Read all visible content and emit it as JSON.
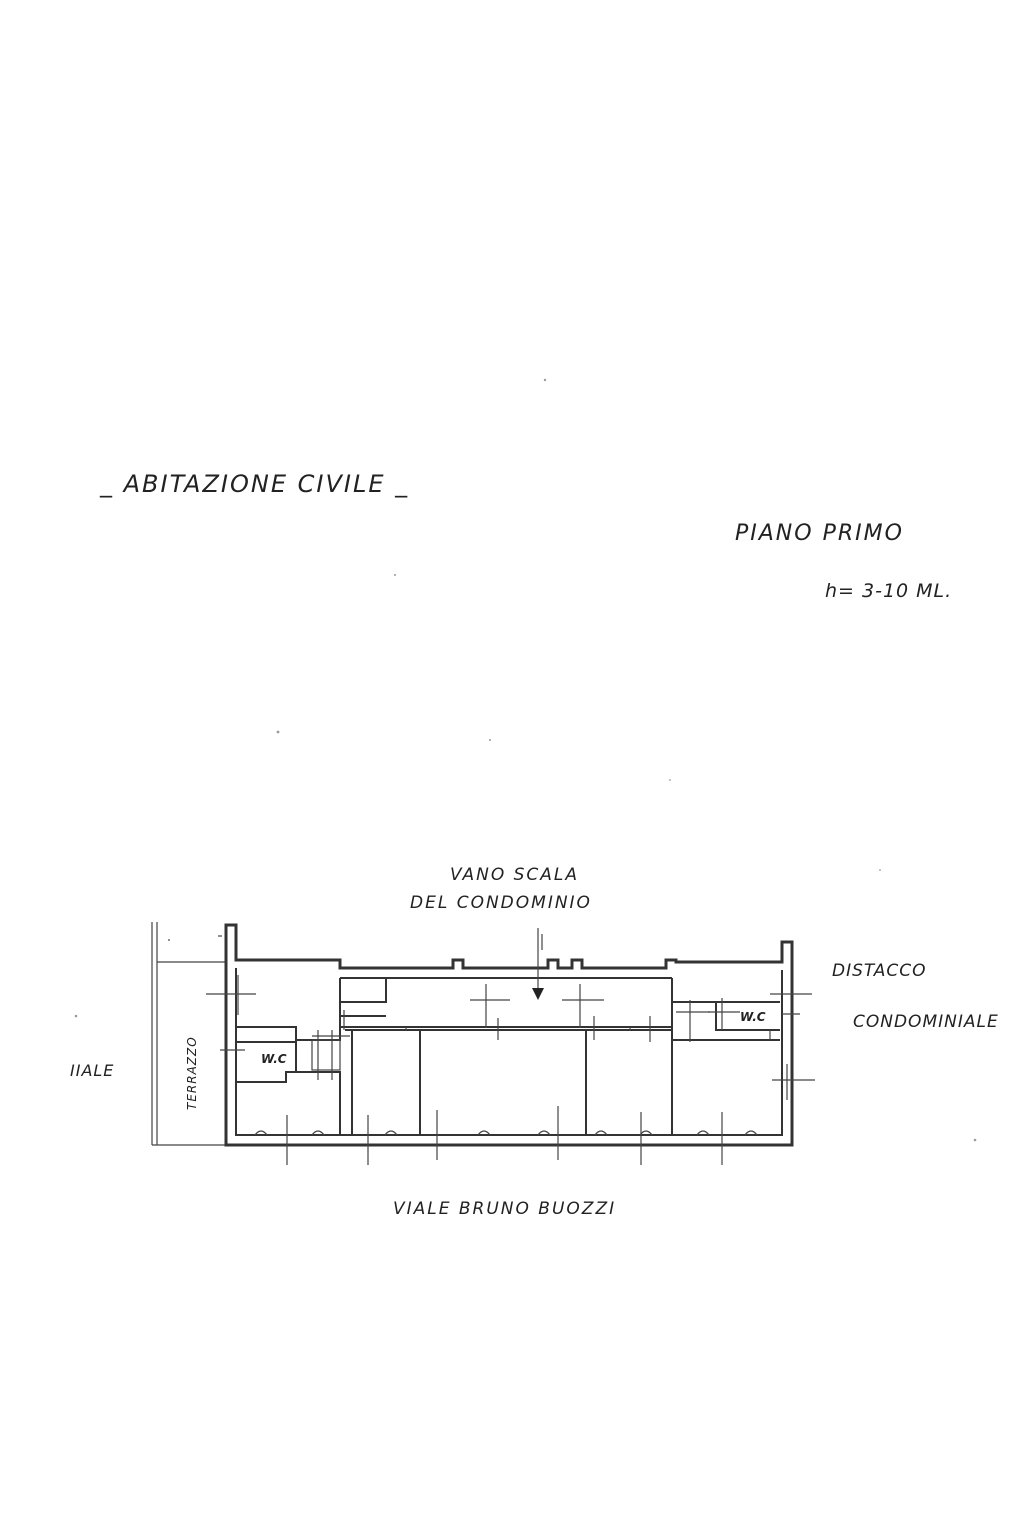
{
  "title": "_ ABITAZIONE CIVILE _",
  "floor": "PIANO PRIMO",
  "height": "h= 3-10 ML.",
  "stair_label_line1": "VANO SCALA",
  "stair_label_line2": "DEL CONDOMINIO",
  "right_label_line1": "DISTACCO",
  "right_label_line2": "CONDOMINIALE",
  "left_label": "IIALE",
  "terrace_label": "TERRAZZO",
  "wc_left": "W.C",
  "wc_right": "W.C",
  "street_label": "VIALE BRUNO BUOZZI",
  "colors": {
    "ink": "#222222",
    "paper": "#ffffff"
  }
}
